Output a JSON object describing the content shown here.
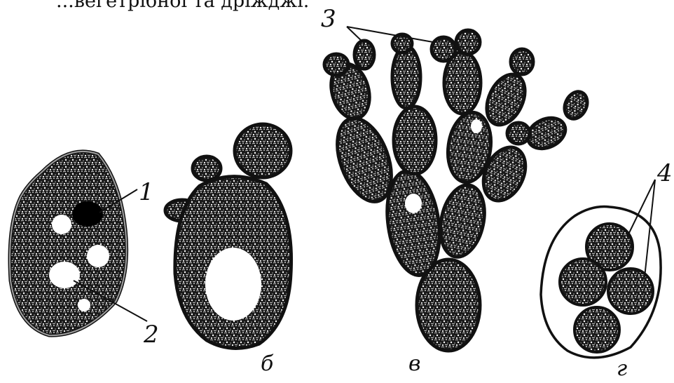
{
  "caption_fragment": "...вегетрібної та дріжджі.",
  "numbers": {
    "n1": "1",
    "n2": "2",
    "n3": "3",
    "n4": "4"
  },
  "panel_letters": {
    "b": "б",
    "v": "в",
    "g": "г"
  },
  "colors": {
    "ink": "#111111",
    "paper": "#ffffff"
  }
}
